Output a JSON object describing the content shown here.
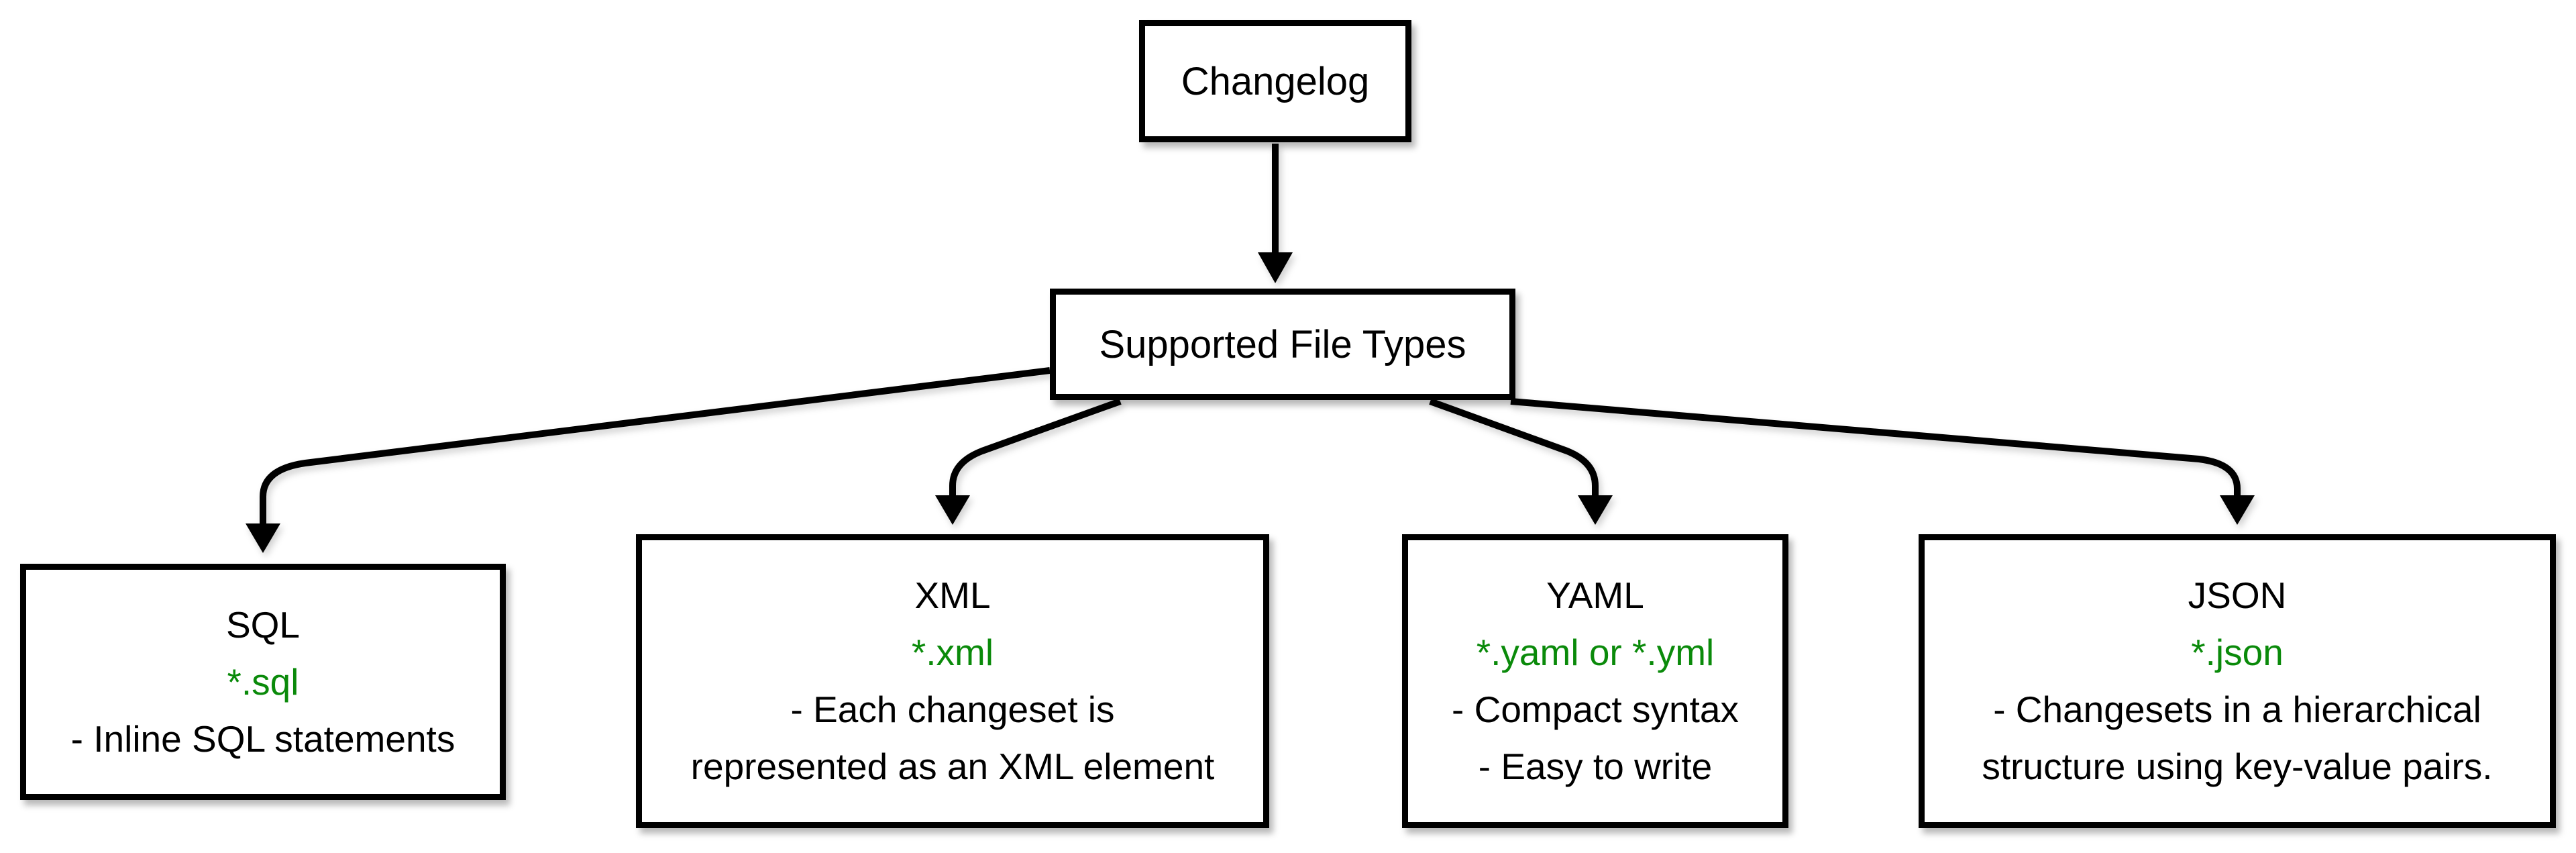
{
  "diagram": {
    "background": "#ffffff",
    "stroke_color": "#000000",
    "accent_green": "#0A8A0A",
    "root_node": {
      "label": "Changelog"
    },
    "hub_node": {
      "label": "Supported File Types"
    },
    "file_type_nodes": [
      {
        "title": "SQL",
        "pattern": "*.sql",
        "lines": [
          "- Inline SQL statements"
        ]
      },
      {
        "title": "XML",
        "pattern": "*.xml",
        "lines": [
          "- Each changeset is",
          "represented as an XML element"
        ]
      },
      {
        "title": "YAML",
        "pattern": "*.yaml or *.yml",
        "lines": [
          "- Compact syntax",
          "- Easy to write"
        ]
      },
      {
        "title": "JSON",
        "pattern": "*.json",
        "lines": [
          "- Changesets in a hierarchical",
          "structure using key-value pairs."
        ]
      }
    ]
  }
}
